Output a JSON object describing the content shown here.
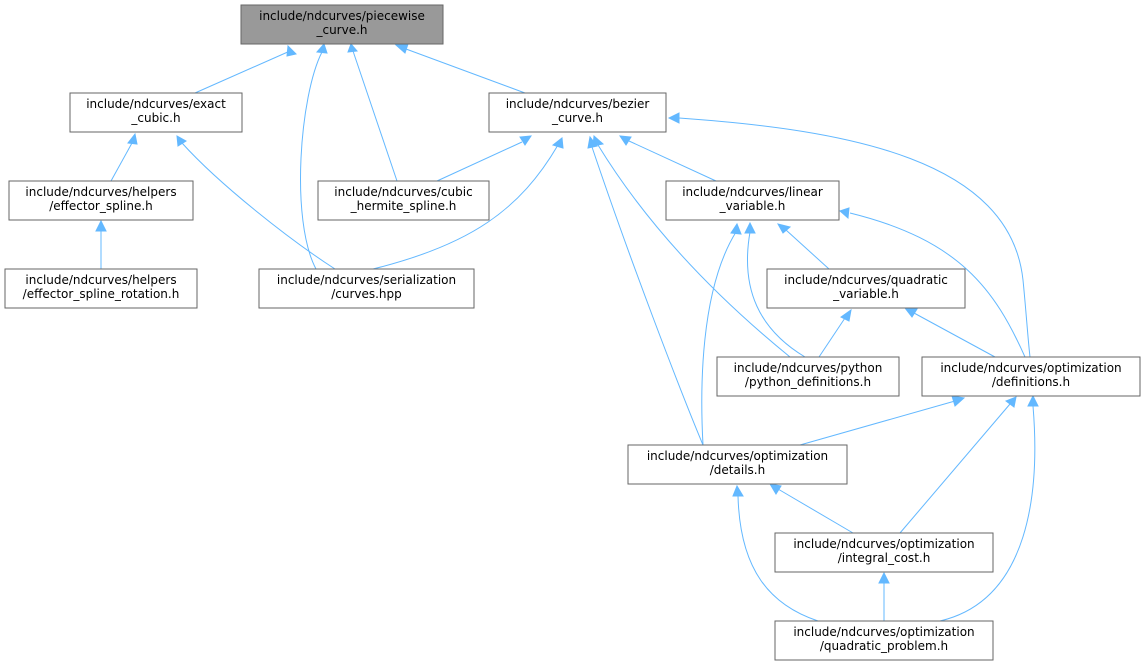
{
  "graph": {
    "colors": {
      "edge": "#63b8ff",
      "focus_fill": "#999999",
      "node_fill": "#ffffff",
      "node_border": "#666666"
    },
    "nodes": {
      "piecewise_curve": {
        "lines": [
          "include/ndcurves/piecewise",
          "_curve.h"
        ],
        "focus": true
      },
      "exact_cubic": {
        "lines": [
          "include/ndcurves/exact",
          "_cubic.h"
        ]
      },
      "bezier_curve": {
        "lines": [
          "include/ndcurves/bezier",
          "_curve.h"
        ]
      },
      "effector_spline": {
        "lines": [
          "include/ndcurves/helpers",
          "/effector_spline.h"
        ]
      },
      "cubic_hermite_spline": {
        "lines": [
          "include/ndcurves/cubic",
          "_hermite_spline.h"
        ]
      },
      "linear_variable": {
        "lines": [
          "include/ndcurves/linear",
          "_variable.h"
        ]
      },
      "effector_spline_rotation": {
        "lines": [
          "include/ndcurves/helpers",
          "/effector_spline_rotation.h"
        ]
      },
      "serialization_curves": {
        "lines": [
          "include/ndcurves/serialization",
          "/curves.hpp"
        ]
      },
      "quadratic_variable": {
        "lines": [
          "include/ndcurves/quadratic",
          "_variable.h"
        ]
      },
      "python_definitions": {
        "lines": [
          "include/ndcurves/python",
          "/python_definitions.h"
        ]
      },
      "optimization_definitions": {
        "lines": [
          "include/ndcurves/optimization",
          "/definitions.h"
        ]
      },
      "optimization_details": {
        "lines": [
          "include/ndcurves/optimization",
          "/details.h"
        ]
      },
      "integral_cost": {
        "lines": [
          "include/ndcurves/optimization",
          "/integral_cost.h"
        ]
      },
      "quadratic_problem": {
        "lines": [
          "include/ndcurves/optimization",
          "/quadratic_problem.h"
        ]
      }
    },
    "edges": [
      {
        "from": "piecewise_curve",
        "to": "exact_cubic"
      },
      {
        "from": "piecewise_curve",
        "to": "serialization_curves"
      },
      {
        "from": "piecewise_curve",
        "to": "cubic_hermite_spline"
      },
      {
        "from": "piecewise_curve",
        "to": "bezier_curve"
      },
      {
        "from": "exact_cubic",
        "to": "effector_spline"
      },
      {
        "from": "exact_cubic",
        "to": "serialization_curves"
      },
      {
        "from": "effector_spline",
        "to": "effector_spline_rotation"
      },
      {
        "from": "bezier_curve",
        "to": "cubic_hermite_spline"
      },
      {
        "from": "bezier_curve",
        "to": "serialization_curves"
      },
      {
        "from": "bezier_curve",
        "to": "linear_variable"
      },
      {
        "from": "bezier_curve",
        "to": "python_definitions"
      },
      {
        "from": "bezier_curve",
        "to": "optimization_details"
      },
      {
        "from": "bezier_curve",
        "to": "optimization_definitions"
      },
      {
        "from": "cubic_hermite_spline",
        "to": "serialization_curves"
      },
      {
        "from": "linear_variable",
        "to": "quadratic_variable"
      },
      {
        "from": "linear_variable",
        "to": "python_definitions"
      },
      {
        "from": "linear_variable",
        "to": "optimization_details"
      },
      {
        "from": "linear_variable",
        "to": "optimization_definitions"
      },
      {
        "from": "quadratic_variable",
        "to": "python_definitions"
      },
      {
        "from": "quadratic_variable",
        "to": "optimization_definitions"
      },
      {
        "from": "optimization_definitions",
        "to": "optimization_details"
      },
      {
        "from": "optimization_definitions",
        "to": "integral_cost"
      },
      {
        "from": "optimization_definitions",
        "to": "quadratic_problem"
      },
      {
        "from": "optimization_details",
        "to": "integral_cost"
      },
      {
        "from": "optimization_details",
        "to": "quadratic_problem"
      },
      {
        "from": "integral_cost",
        "to": "quadratic_problem"
      }
    ]
  }
}
